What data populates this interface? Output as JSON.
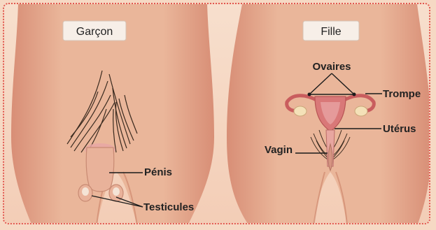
{
  "colors": {
    "background": "#f6d9c4",
    "skin": "#eab69a",
    "skin_shadow": "#d8917a",
    "border": "#e2574f",
    "hair": "#3a2a1f",
    "organ_pink": "#e7a7a4",
    "organ_red": "#c95d5e",
    "text": "#222222"
  },
  "panels": {
    "boy": {
      "title": "Garçon",
      "labels": {
        "penis": "Pénis",
        "testicles": "Testicules"
      }
    },
    "girl": {
      "title": "Fille",
      "labels": {
        "ovaries": "Ovaires",
        "tube": "Trompe",
        "uterus": "Utérus",
        "vagina": "Vagin"
      }
    }
  }
}
